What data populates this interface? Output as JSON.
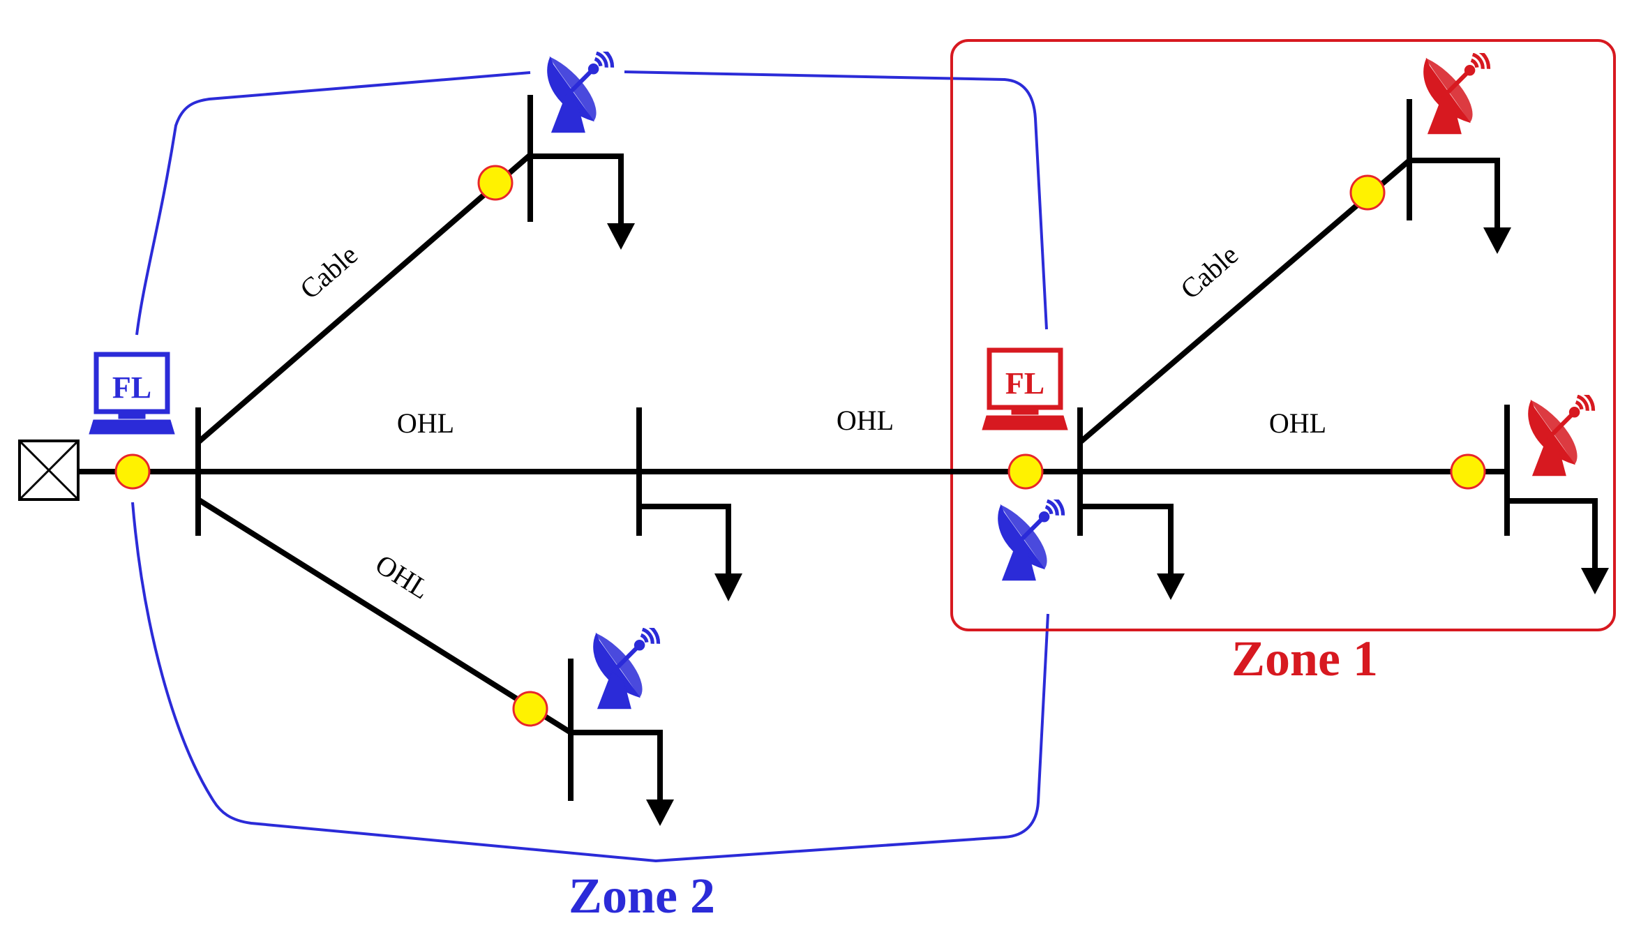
{
  "colors": {
    "zone1": "#d71920",
    "zone2": "#2b2bd8",
    "line": "#000000",
    "breaker_fill": "#fff200",
    "breaker_stroke": "#e8262a"
  },
  "zones": {
    "zone1": {
      "label": "Zone 1"
    },
    "zone2": {
      "label": "Zone 2"
    }
  },
  "fl_units": {
    "zone2": {
      "label": "FL",
      "icon": "computer-icon"
    },
    "zone1": {
      "label": "FL",
      "icon": "computer-icon"
    }
  },
  "line_labels": {
    "upper_left_cable": "Cable",
    "main_ohl_left": "OHL",
    "lower_left_ohl": "OHL",
    "main_ohl_middle": "OHL",
    "upper_right_cable": "Cable",
    "main_ohl_right": "OHL"
  },
  "icons": {
    "source": "grid-source-icon",
    "antenna": "satellite-dish-antenna-icon",
    "load": "load-arrow-icon",
    "breaker": "breaker-node-icon"
  }
}
